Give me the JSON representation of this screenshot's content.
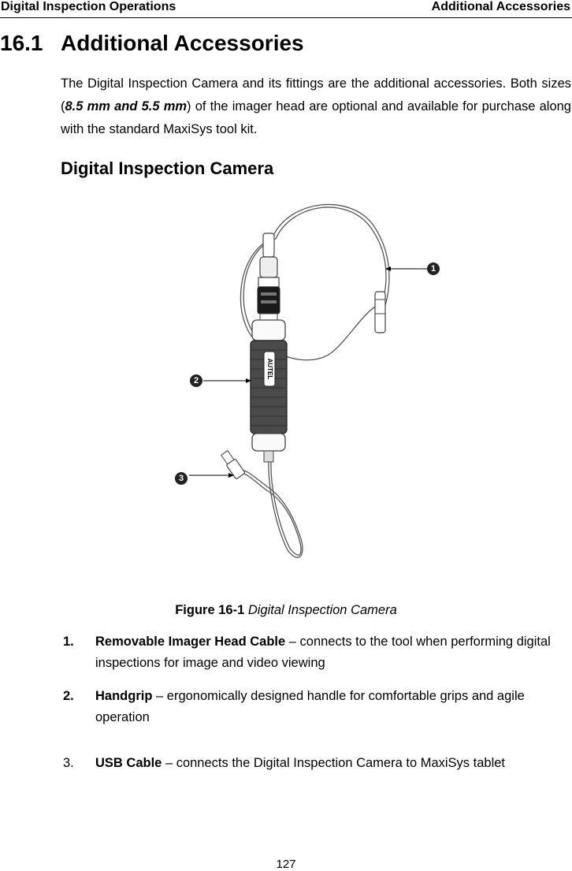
{
  "header": {
    "left": "Digital Inspection Operations",
    "right": "Additional Accessories"
  },
  "section": {
    "number": "16.1",
    "title": "Additional Accessories"
  },
  "intro": {
    "part1": "The Digital Inspection Camera and its fittings are the additional accessories. Both sizes (",
    "sizes": "8.5 mm and 5.5 mm",
    "part2": ") of the imager head are optional and available for purchase along with the standard MaxiSys tool kit."
  },
  "subsection_title": "Digital Inspection Camera",
  "figure": {
    "callouts": [
      "1",
      "2",
      "3"
    ],
    "brand_text": "AUTEL"
  },
  "caption": {
    "label": "Figure 16-1",
    "text": " Digital Inspection Camera"
  },
  "items": [
    {
      "num": "1.",
      "term": "Removable Imager Head Cable",
      "desc": " – connects to the tool when performing digital inspections for image and video viewing"
    },
    {
      "num": "2.",
      "term": "Handgrip",
      "desc": " – ergonomically designed handle for comfortable grips and agile operation"
    },
    {
      "num": "3.",
      "term": "USB Cable",
      "desc": " – connects the Digital Inspection Camera to MaxiSys tablet"
    }
  ],
  "page_number": "127"
}
